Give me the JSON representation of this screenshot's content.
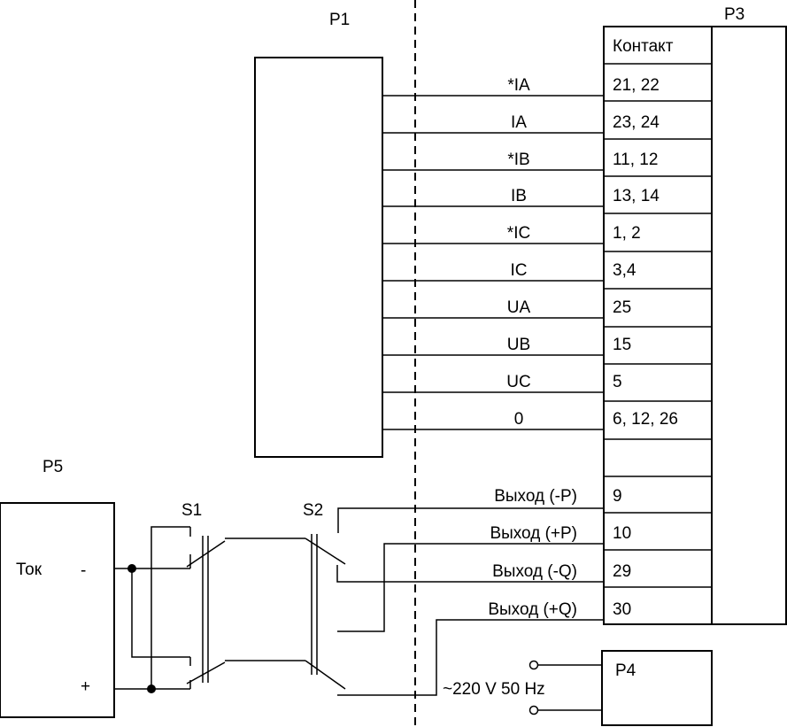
{
  "blocks": {
    "p1": "P1",
    "p3": "P3",
    "p4": "P4",
    "p5": "P5"
  },
  "switches": {
    "s1": "S1",
    "s2": "S2"
  },
  "p5_labels": {
    "tok": "Ток",
    "minus": "-",
    "plus": "+"
  },
  "table": {
    "header": "Контакт"
  },
  "signals": [
    {
      "name": "*IA",
      "contact": "21, 22"
    },
    {
      "name": "IA",
      "contact": "23, 24"
    },
    {
      "name": "*IB",
      "contact": "11, 12"
    },
    {
      "name": "IB",
      "contact": "13, 14"
    },
    {
      "name": "*IC",
      "contact": "1, 2"
    },
    {
      "name": "IC",
      "contact": "3,4"
    },
    {
      "name": "UA",
      "contact": "25"
    },
    {
      "name": "UB",
      "contact": "15"
    },
    {
      "name": "UC",
      "contact": "5"
    },
    {
      "name": "0",
      "contact": "6, 12, 26"
    }
  ],
  "outputs": [
    {
      "name": "Выход (-P)",
      "contact": "9"
    },
    {
      "name": "Выход (+P)",
      "contact": "10"
    },
    {
      "name": "Выход (-Q)",
      "contact": "29"
    },
    {
      "name": "Выход (+Q)",
      "contact": "30"
    }
  ],
  "power": {
    "label": "~220 V 50 Hz"
  }
}
